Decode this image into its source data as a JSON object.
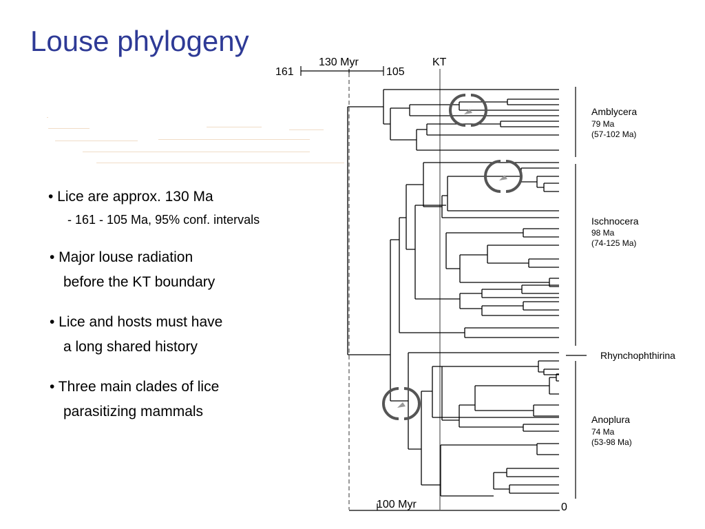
{
  "slide": {
    "title": "Louse phylogeny",
    "bullets": [
      {
        "lines": [
          "•  Lice are approx. 130 Ma"
        ],
        "sub": "- 161 - 105 Ma, 95% conf. intervals"
      },
      {
        "lines": [
          "• Major louse radiation",
          "before the KT boundary"
        ]
      },
      {
        "lines": [
          "• Lice and hosts must have",
          "a long shared history"
        ]
      },
      {
        "lines": [
          "• Three main clades of lice",
          "parasitizing mammals"
        ]
      }
    ]
  },
  "figure": {
    "scale": {
      "label_130": "130 Myr",
      "label_kt": "KT",
      "label_161": "161",
      "label_105": "105",
      "label_100myr": "100 Myr",
      "label_zero": "0"
    },
    "clades": [
      {
        "name": "Amblycera",
        "age": "79 Ma",
        "interval": "(57-102 Ma)"
      },
      {
        "name": "Ischnocera",
        "age": "98 Ma",
        "interval": "(74-125 Ma)"
      },
      {
        "name": "Rhynchophthirina",
        "age": "",
        "interval": ""
      },
      {
        "name": "Anoplura",
        "age": "74 Ma",
        "interval": "(53-98 Ma)"
      }
    ],
    "colors": {
      "title": "#2e3a96",
      "tree_line": "#000000",
      "guide_line": "#555555",
      "marker_arc": "#555555",
      "marker_arrow": "#999999"
    }
  }
}
